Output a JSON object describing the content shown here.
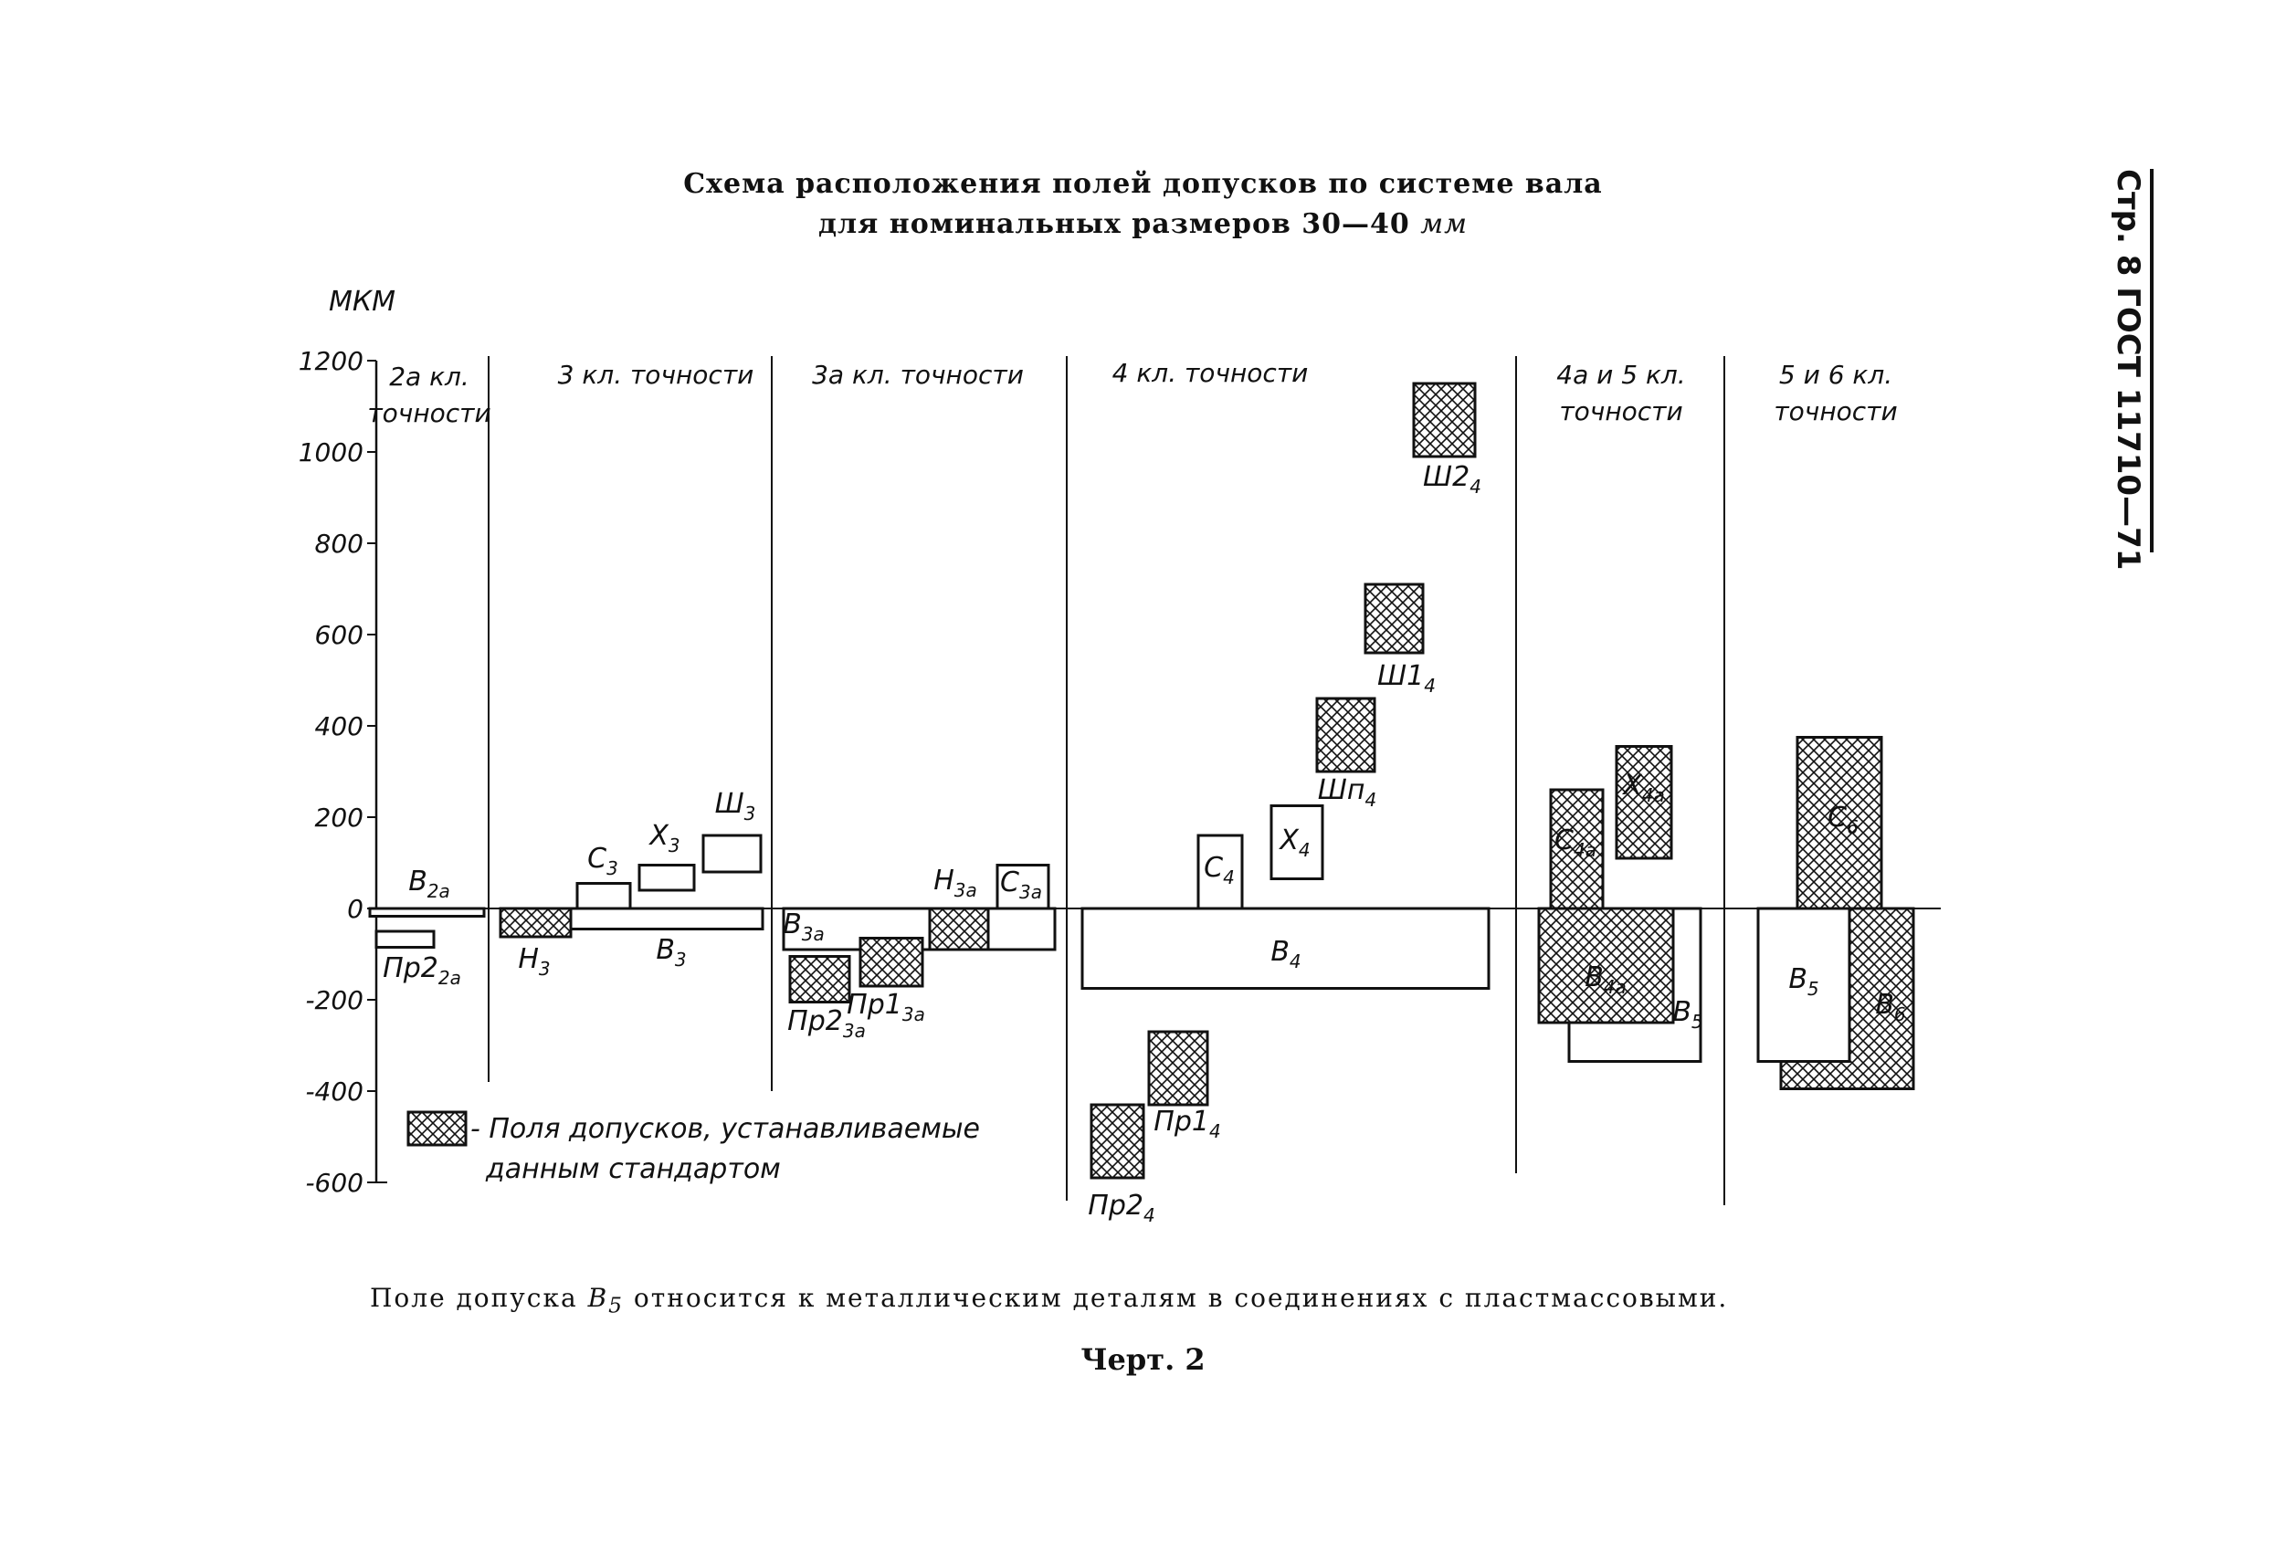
{
  "document": {
    "title_line1": "Схема расположения полей допусков по системе вала",
    "title_line2": "для номинальных размеров 30—40",
    "title_unit": "мм",
    "side_header": "Стр. 8 ГОСТ 11710—71",
    "caption_part1": "Поле допуска",
    "caption_symbol": "B",
    "caption_symbol_sub": "5",
    "caption_part2": "относится к металлическим деталям в соединениях с пластмассовыми.",
    "figure_label": "Черт. 2"
  },
  "chart_data": {
    "type": "bar",
    "y_unit": "МКМ",
    "ylim": [
      -600,
      1200
    ],
    "y_ticks": [
      "1200",
      "1000",
      "800",
      "600",
      "400",
      "200",
      "0",
      "-200",
      "-400",
      "-600"
    ],
    "sections": [
      {
        "line1": "2а кл.",
        "line2": "точности"
      },
      {
        "line1": "3 кл. точности",
        "line2": ""
      },
      {
        "line1": "3а кл. точности",
        "line2": ""
      },
      {
        "line1": "4 кл. точности",
        "line2": ""
      },
      {
        "line1": "4а и 5 кл.",
        "line2": "точности"
      },
      {
        "line1": "5 и 6 кл.",
        "line2": "точности"
      }
    ],
    "fields": [
      {
        "main": "В",
        "sub": "2а",
        "upper": 0,
        "lower": -17,
        "hatched": false
      },
      {
        "main": "Пр2",
        "sub": "2а",
        "upper": -50,
        "lower": -85,
        "hatched": false
      },
      {
        "main": "Н",
        "sub": "3",
        "upper": 0,
        "lower": -62,
        "hatched": true
      },
      {
        "main": "В",
        "sub": "3",
        "upper": 0,
        "lower": -45,
        "hatched": false
      },
      {
        "main": "С",
        "sub": "3",
        "upper": 55,
        "lower": 0,
        "hatched": false
      },
      {
        "main": "Х",
        "sub": "3",
        "upper": 95,
        "lower": 40,
        "hatched": false
      },
      {
        "main": "Ш",
        "sub": "3",
        "upper": 160,
        "lower": 80,
        "hatched": false
      },
      {
        "main": "В",
        "sub": "3а",
        "upper": 0,
        "lower": -90,
        "hatched": false
      },
      {
        "main": "Пр2",
        "sub": "3а",
        "upper": -105,
        "lower": -205,
        "hatched": true
      },
      {
        "main": "Пр1",
        "sub": "3а",
        "upper": -65,
        "lower": -170,
        "hatched": true
      },
      {
        "main": "Н",
        "sub": "3а",
        "upper": 0,
        "lower": -90,
        "hatched": true
      },
      {
        "main": "С",
        "sub": "3а",
        "upper": 95,
        "lower": 0,
        "hatched": false
      },
      {
        "main": "В",
        "sub": "4",
        "upper": 0,
        "lower": -175,
        "hatched": false
      },
      {
        "main": "С",
        "sub": "4",
        "upper": 160,
        "lower": 0,
        "hatched": false
      },
      {
        "main": "Х",
        "sub": "4",
        "upper": 225,
        "lower": 65,
        "hatched": false
      },
      {
        "main": "Шп",
        "sub": "4",
        "upper": 460,
        "lower": 300,
        "hatched": true
      },
      {
        "main": "Ш1",
        "sub": "4",
        "upper": 710,
        "lower": 560,
        "hatched": true
      },
      {
        "main": "Ш2",
        "sub": "4",
        "upper": 1150,
        "lower": 990,
        "hatched": true
      },
      {
        "main": "Пр1",
        "sub": "4",
        "upper": -270,
        "lower": -430,
        "hatched": true
      },
      {
        "main": "Пр2",
        "sub": "4",
        "upper": -430,
        "lower": -590,
        "hatched": true
      },
      {
        "main": "С",
        "sub": "4а",
        "upper": 260,
        "lower": 0,
        "hatched": true
      },
      {
        "main": "Х",
        "sub": "4а",
        "upper": 355,
        "lower": 110,
        "hatched": true
      },
      {
        "main": "В",
        "sub": "4а",
        "upper": 0,
        "lower": -250,
        "hatched": true
      },
      {
        "main": "В",
        "sub": "5",
        "upper": 0,
        "lower": -335,
        "hatched": false
      },
      {
        "main": "С",
        "sub": "6",
        "upper": 375,
        "lower": 0,
        "hatched": true
      },
      {
        "main": "В",
        "sub": "5",
        "upper": 0,
        "lower": -335,
        "hatched": false
      },
      {
        "main": "В",
        "sub": "6",
        "upper": 0,
        "lower": -395,
        "hatched": true
      }
    ],
    "legend": {
      "line1": "- Поля допусков, устанавливаемые",
      "line2": "данным стандартом"
    }
  }
}
